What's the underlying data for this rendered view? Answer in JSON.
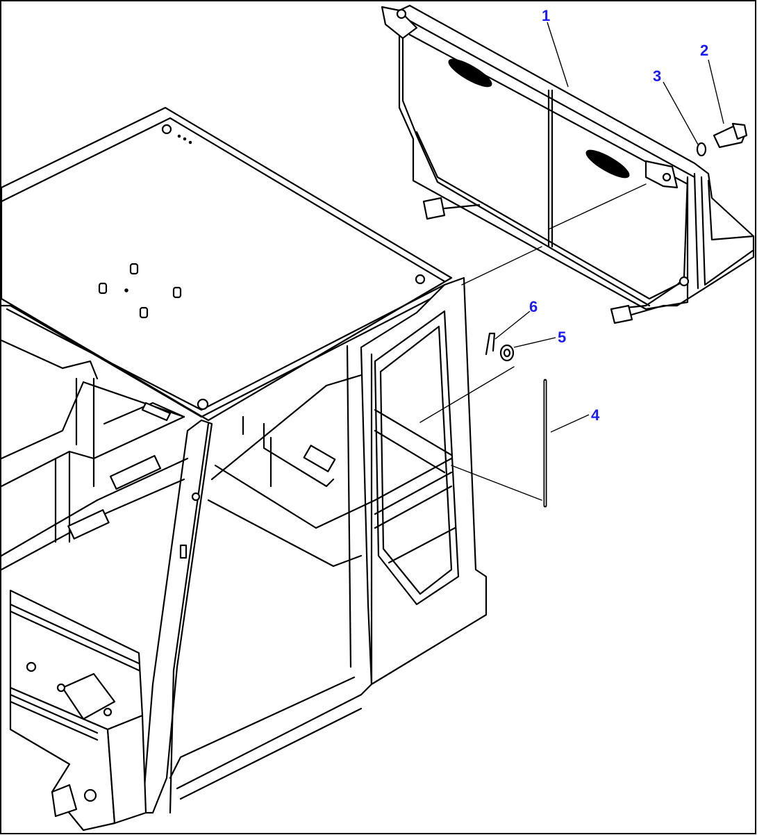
{
  "callouts": [
    {
      "id": "1",
      "label": "1",
      "part": "panel-assembly"
    },
    {
      "id": "2",
      "label": "2",
      "part": "bolt"
    },
    {
      "id": "3",
      "label": "3",
      "part": "washer"
    },
    {
      "id": "4",
      "label": "4",
      "part": "rod"
    },
    {
      "id": "5",
      "label": "5",
      "part": "nut"
    },
    {
      "id": "6",
      "label": "6",
      "part": "pin"
    }
  ],
  "colors": {
    "callout_text": "#1a1aff",
    "line": "#000000",
    "background": "#ffffff"
  }
}
